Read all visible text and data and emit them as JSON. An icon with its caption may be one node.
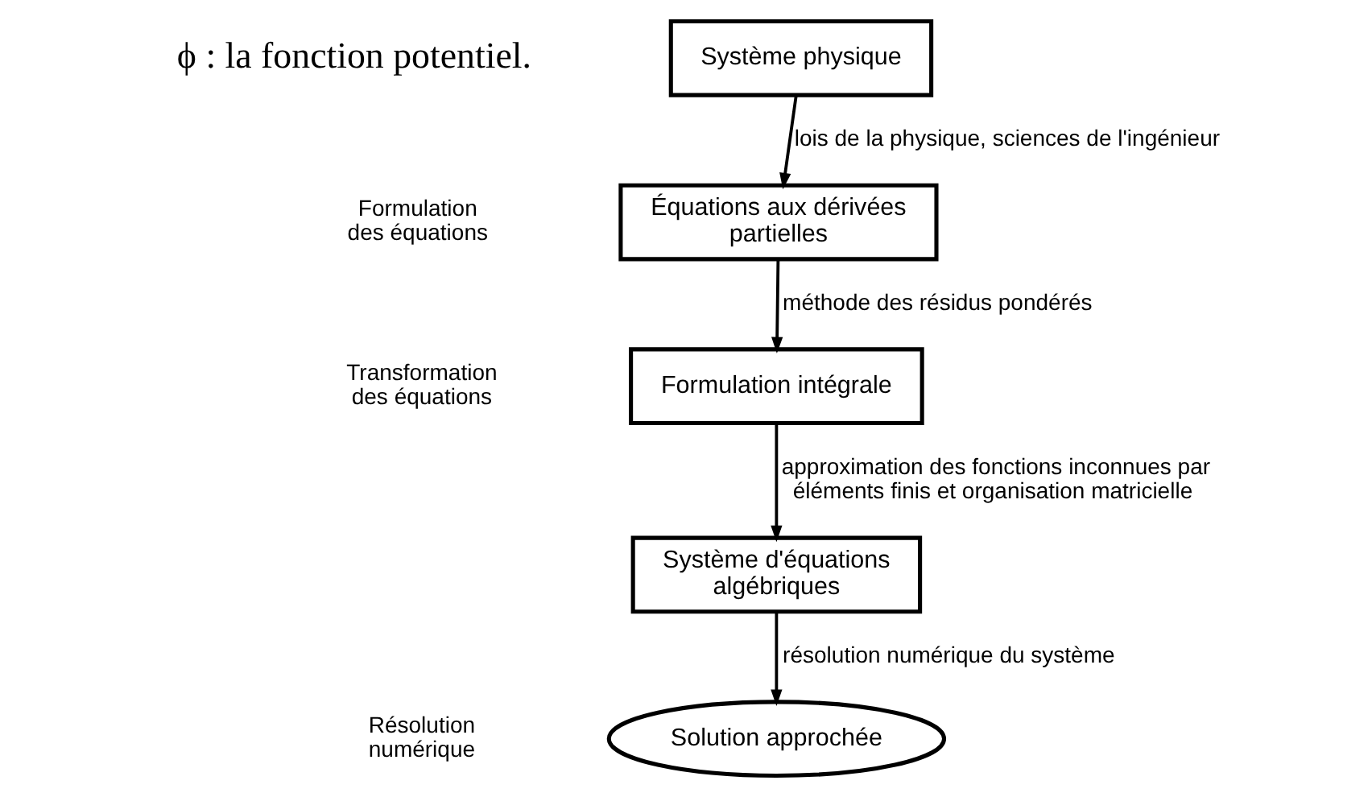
{
  "diagram": {
    "nodes": [
      {
        "text": [
          "Système physique"
        ]
      },
      {
        "text": [
          "Équations aux dérivées partielles"
        ]
      },
      {
        "text": [
          "Formulation intégrale"
        ]
      },
      {
        "text": [
          "Système d'équations algébriques"
        ]
      },
      {
        "text": [
          "Solution approchée"
        ]
      }
    ],
    "edges": [
      {
        "from": 0,
        "to": 1,
        "arrow": "to",
        "label": "lois de la physique, sciences de l'ingénieur"
      },
      {
        "from": 1,
        "to": 2,
        "arrow": "to",
        "label": "méthode des résidus pondérés"
      },
      {
        "from": 2,
        "to": 3,
        "arrow": "to",
        "label": "approximation des fonctions inconnues par éléments finis et organisation matricielle"
      },
      {
        "from": 3,
        "to": 4,
        "arrow": "to",
        "label": "résolution numérique du système"
      }
    ],
    "labels": [
      "ϕ : la fonction potentiel.",
      "Formulation des équations",
      "Transformation des équations",
      "Résolution numérique"
    ]
  }
}
